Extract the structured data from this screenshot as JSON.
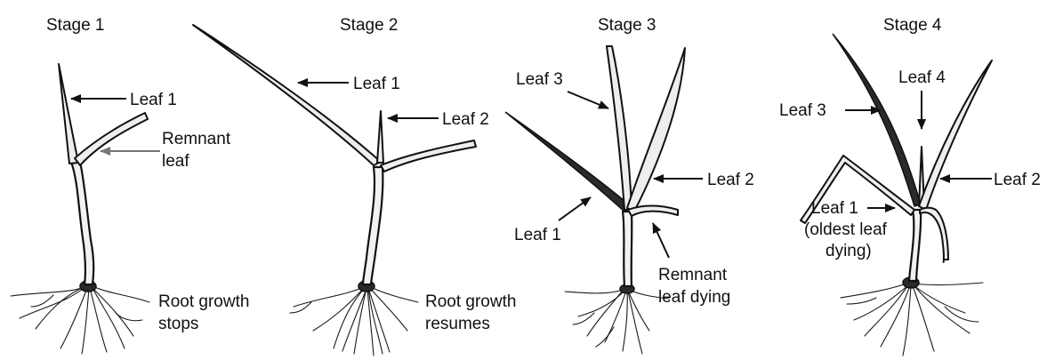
{
  "stages": [
    {
      "title": "Stage 1",
      "labels": {
        "leaf1": "Leaf 1",
        "remnant_line1": "Remnant",
        "remnant_line2": "leaf",
        "root_line1": "Root growth",
        "root_line2": "stops"
      }
    },
    {
      "title": "Stage 2",
      "labels": {
        "leaf1": "Leaf 1",
        "leaf2": "Leaf 2",
        "root_line1": "Root growth",
        "root_line2": "resumes"
      }
    },
    {
      "title": "Stage 3",
      "labels": {
        "leaf3": "Leaf 3",
        "leaf2": "Leaf 2",
        "leaf1": "Leaf 1",
        "remnant_line1": "Remnant",
        "remnant_line2": "leaf dying"
      }
    },
    {
      "title": "Stage 4",
      "labels": {
        "leaf4": "Leaf 4",
        "leaf3": "Leaf 3",
        "leaf2": "Leaf 2",
        "leaf1_line1": "Leaf 1",
        "leaf1_line2": "(oldest leaf",
        "leaf1_line3": "dying)"
      }
    }
  ]
}
